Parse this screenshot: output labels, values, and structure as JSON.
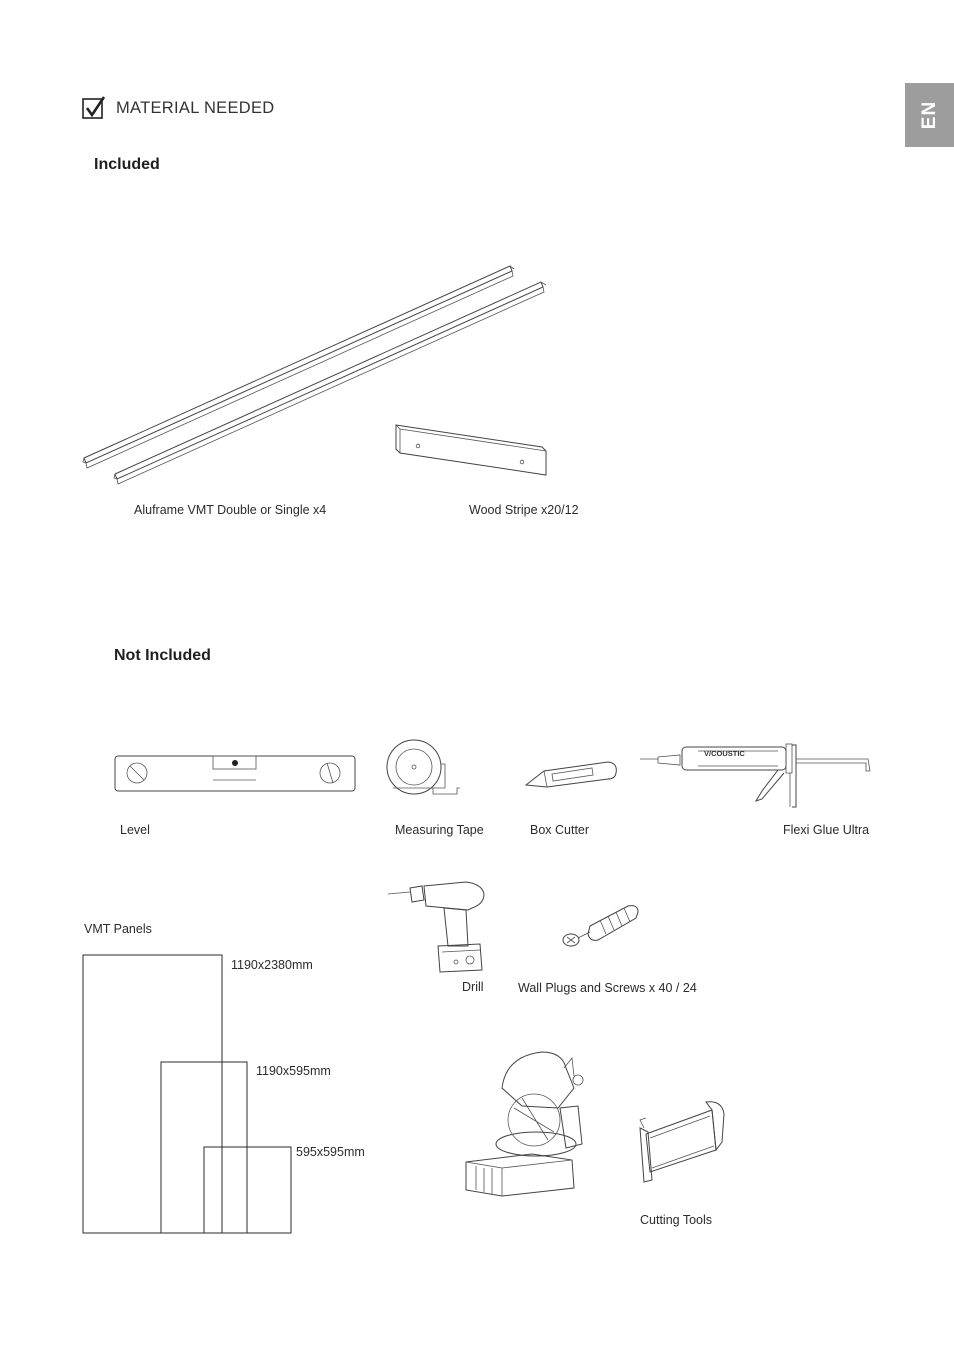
{
  "language_tab": "EN",
  "header": {
    "title": "MATERIAL NEEDED"
  },
  "included": {
    "heading": "Included",
    "items": [
      {
        "label": "Aluframe VMT Double or Single  x4",
        "icon": "aluframe-rails"
      },
      {
        "label": "Wood Stripe  x20/12",
        "icon": "wood-stripe"
      }
    ]
  },
  "not_included": {
    "heading": "Not Included",
    "tools": [
      {
        "label": "Level",
        "icon": "spirit-level"
      },
      {
        "label": "Measuring Tape",
        "icon": "measuring-tape"
      },
      {
        "label": "Box Cutter",
        "icon": "box-cutter"
      },
      {
        "label": "Flexi Glue Ultra",
        "icon": "glue-gun",
        "brand_text": "VICOUSTIC"
      },
      {
        "label": "Drill",
        "icon": "drill"
      },
      {
        "label": "Wall Plugs and Screws x 40 / 24",
        "icon": "wall-plug-screw"
      },
      {
        "label": "Cutting Tools",
        "icon": "saws"
      }
    ],
    "panels": {
      "heading": "VMT Panels",
      "sizes": [
        "1190x2380mm",
        "1190x595mm",
        "595x595mm"
      ]
    }
  }
}
